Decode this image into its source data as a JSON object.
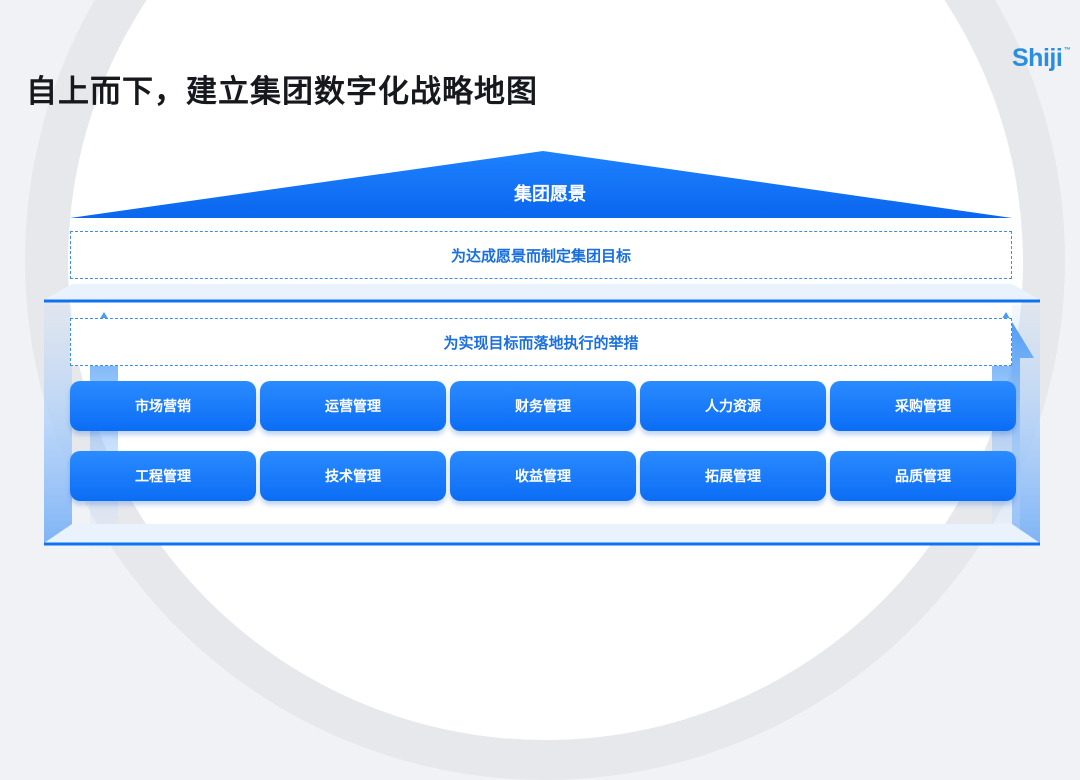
{
  "title": "自上而下，建立集团数字化战略地图",
  "logo": {
    "text": "Shiji",
    "mark": "™"
  },
  "vision": "集团愿景",
  "goals": "为达成愿景而制定集团目标",
  "execution": "为实现目标而落地执行的举措",
  "modules": {
    "row1": [
      "市场营销",
      "运营管理",
      "财务管理",
      "人力资源",
      "采购管理"
    ],
    "row2": [
      "工程管理",
      "技术管理",
      "收益管理",
      "拓展管理",
      "品质管理"
    ]
  },
  "colors": {
    "accent": "#0e72f5",
    "title_text": "#16181d",
    "label_text": "#1a6fdf",
    "logo": "#2a8ee0"
  }
}
